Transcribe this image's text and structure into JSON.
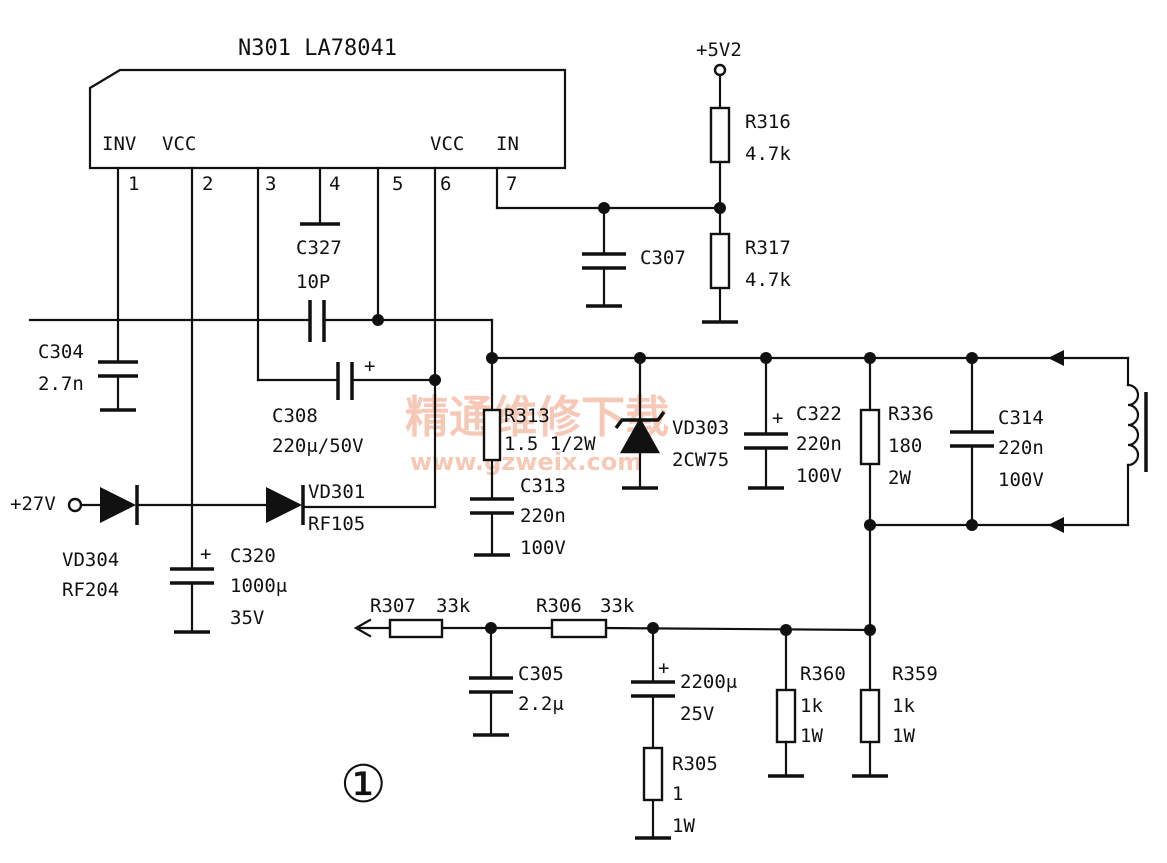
{
  "ic": {
    "title": "N301  LA78041",
    "pins": [
      {
        "name": "INV",
        "num": "1"
      },
      {
        "name": "VCC",
        "num": "2"
      },
      {
        "name": "",
        "num": "3"
      },
      {
        "name": "",
        "num": "4"
      },
      {
        "name": "",
        "num": "5"
      },
      {
        "name": "VCC",
        "num": "6"
      },
      {
        "name": "IN",
        "num": "7"
      }
    ]
  },
  "supply": {
    "v52": "+5V2",
    "v27": "+27V"
  },
  "components": {
    "r316": {
      "name": "R316",
      "value": "4.7k"
    },
    "r317": {
      "name": "R317",
      "value": "4.7k"
    },
    "c307": {
      "name": "C307"
    },
    "c327": {
      "name": "C327",
      "value": "10P"
    },
    "c304": {
      "name": "C304",
      "value": "2.7n"
    },
    "c308": {
      "name": "C308",
      "value": "220μ/50V"
    },
    "r313": {
      "name": "R313",
      "value": "1.5 1/2W"
    },
    "vd303": {
      "name": "VD303",
      "value": "2CW75"
    },
    "c322": {
      "name": "C322",
      "value": "220n",
      "rating": "100V"
    },
    "r336": {
      "name": "R336",
      "value": "180",
      "rating": "2W"
    },
    "c314": {
      "name": "C314",
      "value": "220n",
      "rating": "100V"
    },
    "vd301": {
      "name": "VD301",
      "value": "RF105"
    },
    "vd304": {
      "name": "VD304",
      "value": "RF204"
    },
    "c313": {
      "name": "C313",
      "value": "220n",
      "rating": "100V"
    },
    "c320": {
      "name": "C320",
      "value": "1000μ",
      "rating": "35V"
    },
    "r307": {
      "name": "R307",
      "value": "33k"
    },
    "r306": {
      "name": "R306",
      "value": "33k"
    },
    "c305": {
      "name": "C305",
      "value": "2.2μ"
    },
    "c2200": {
      "value": "2200μ",
      "rating": "25V"
    },
    "r305": {
      "name": "R305",
      "value": "1",
      "rating": "1W"
    },
    "r360": {
      "name": "R360",
      "value": "1k",
      "rating": "1W"
    },
    "r359": {
      "name": "R359",
      "value": "1k",
      "rating": "1W"
    }
  },
  "plus_sign": "+",
  "figure_number": "①",
  "watermark": {
    "text": "精通维修下载",
    "url": "www.gzweix.com"
  }
}
